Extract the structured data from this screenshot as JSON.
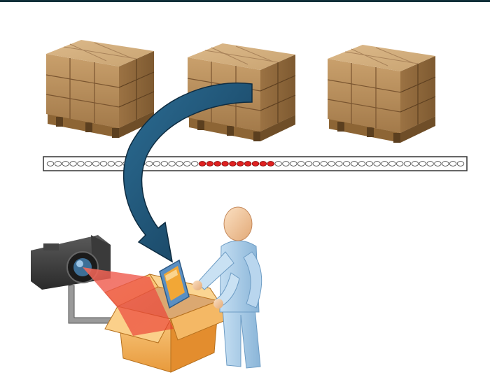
{
  "figure": {
    "top_bar_color": "#11303a",
    "pallet_count": 3,
    "pallet_icon": "pallet-of-boxes-icon",
    "conveyor": {
      "slot_count": 55,
      "highlighted_slots": [
        20,
        21,
        22,
        23,
        24,
        25,
        26,
        27,
        28,
        29
      ],
      "slot_color": "#ffffff",
      "highlight_color": "#e02020"
    },
    "arrow_color": "#1e4e6e",
    "camera_icon": "camera-icon",
    "scan_beam_color": "#e8332a",
    "box_icon": "open-cardboard-box-icon",
    "worker_icon": "worker-figure-icon",
    "handheld_icon": "handheld-scanner-icon",
    "worker_color": "#a9cdea",
    "box_color": "#f6b04e"
  }
}
